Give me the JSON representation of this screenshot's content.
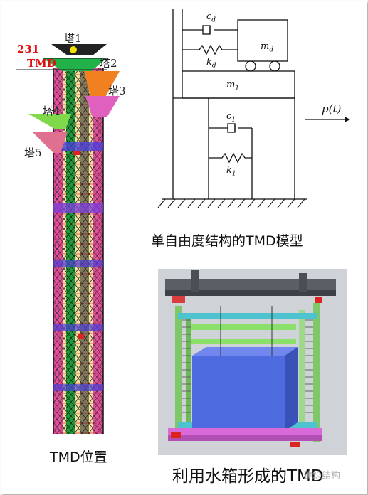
{
  "tower_panel": {
    "tags": {
      "t1": "塔1",
      "t2": "塔2",
      "t3": "塔3",
      "t4": "塔4",
      "t5": "塔5"
    },
    "tmd_height": "231",
    "tmd_label": "TMD",
    "caption": "TMD位置"
  },
  "model_panel": {
    "cd": "c",
    "cd_sub": "d",
    "md": "m",
    "md_sub": "d",
    "kd": "k",
    "kd_sub": "d",
    "m1": "m",
    "m1_sub": "1",
    "c1": "c",
    "c1_sub": "1",
    "k1": "k",
    "k1_sub": "1",
    "force": "p(t)",
    "caption": "单自由度结构的TMD模型"
  },
  "tank_panel": {
    "caption": "利用水箱形成的TMD"
  },
  "watermark": "建筑结构"
}
